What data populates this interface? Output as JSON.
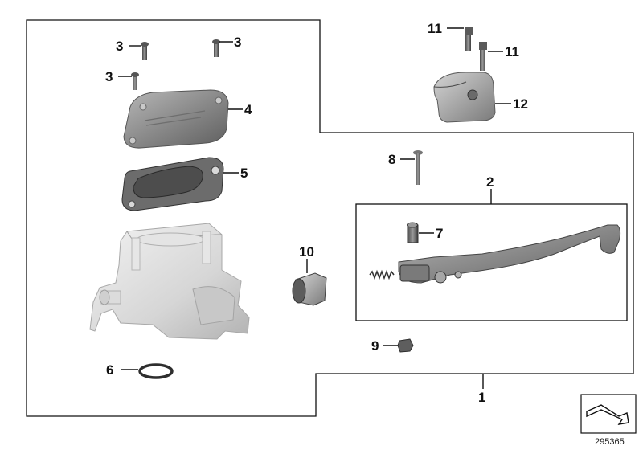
{
  "diagram": {
    "reference_number": "295365",
    "callouts": [
      {
        "id": "c3a",
        "label": "3"
      },
      {
        "id": "c3b",
        "label": "3"
      },
      {
        "id": "c3c",
        "label": "3"
      },
      {
        "id": "c4",
        "label": "4"
      },
      {
        "id": "c5",
        "label": "5"
      },
      {
        "id": "c6",
        "label": "6"
      },
      {
        "id": "c11a",
        "label": "11"
      },
      {
        "id": "c11b",
        "label": "11"
      },
      {
        "id": "c12",
        "label": "12"
      },
      {
        "id": "c8",
        "label": "8"
      },
      {
        "id": "c2",
        "label": "2"
      },
      {
        "id": "c7",
        "label": "7"
      },
      {
        "id": "c10",
        "label": "10"
      },
      {
        "id": "c9",
        "label": "9"
      },
      {
        "id": "c1",
        "label": "1"
      }
    ],
    "icons": {
      "orientation": "arrow-symbol-icon"
    }
  }
}
